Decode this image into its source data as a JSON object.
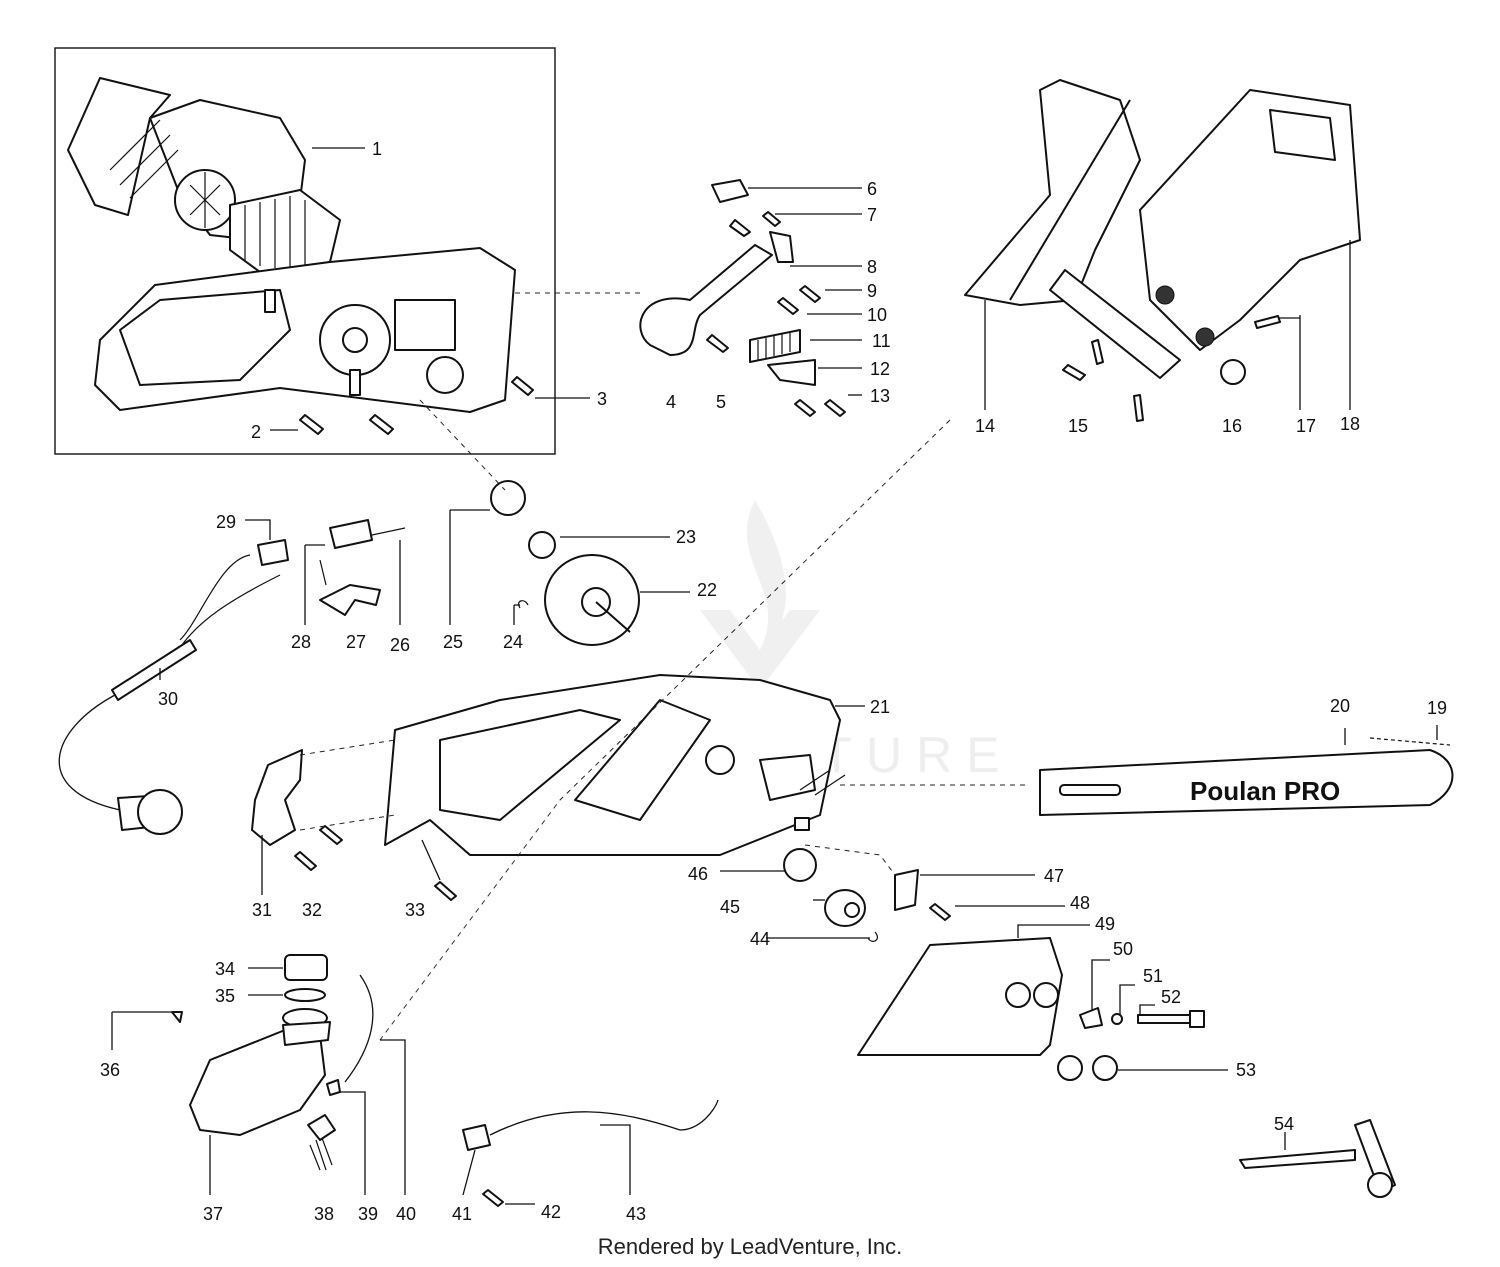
{
  "diagram": {
    "brand_logo": "Poulan PRO",
    "watermark": "LEADVENTURE",
    "footer": "Rendered by LeadVenture, Inc.",
    "callouts": [
      "1",
      "2",
      "3",
      "4",
      "5",
      "6",
      "7",
      "8",
      "9",
      "10",
      "11",
      "12",
      "13",
      "14",
      "15",
      "16",
      "17",
      "18",
      "19",
      "20",
      "21",
      "22",
      "23",
      "24",
      "25",
      "26",
      "27",
      "28",
      "29",
      "30",
      "31",
      "32",
      "33",
      "34",
      "35",
      "36",
      "37",
      "38",
      "39",
      "40",
      "41",
      "42",
      "43",
      "44",
      "45",
      "46",
      "47",
      "48",
      "49",
      "50",
      "51",
      "52",
      "53",
      "54"
    ]
  }
}
